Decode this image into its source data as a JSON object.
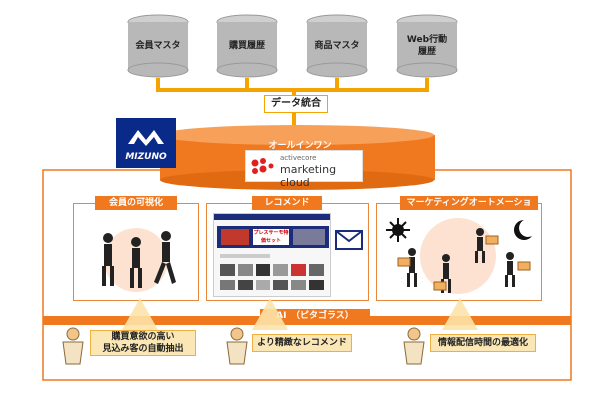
{
  "databases": [
    {
      "label": "会員マスタ"
    },
    {
      "label": "購買履歴"
    },
    {
      "label": "商品マスタ"
    },
    {
      "label": "Web行動\n履歴"
    }
  ],
  "integration_label": "データ統合",
  "allinone_label": "オールインワン",
  "brand": {
    "mizuno": "MIZUNO",
    "activecore": "activecore",
    "marketing_cloud": "marketing cloud"
  },
  "sections": [
    {
      "title": "会員の可視化"
    },
    {
      "title": "レコメンド"
    },
    {
      "title": "マーケティングオートメーション"
    }
  ],
  "website": {
    "banner": "プレスサーモ特価セット"
  },
  "ai_label": "AI　（ピタゴラス）",
  "ai_items": [
    {
      "line1": "購買意欲の高い",
      "line2": "見込み客の自動抽出"
    },
    {
      "line1": "より精緻なレコメンド",
      "line2": ""
    },
    {
      "line1": "情報配信時間の最適化",
      "line2": ""
    }
  ],
  "colors": {
    "orange": "#f0781e",
    "light_orange": "#fbe7b5",
    "grey_db": "#b8b8b8",
    "mizuno_blue": "#0a2a8a"
  }
}
